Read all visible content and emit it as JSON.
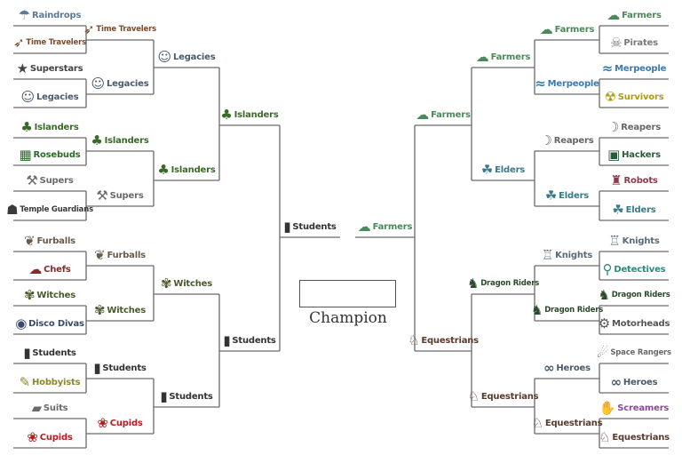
{
  "champion": {
    "label": "Champion",
    "value": ""
  },
  "left": {
    "round1": [
      "Raindrops",
      "Time Travelers",
      "Superstars",
      "Legacies",
      "Islanders",
      "Rosebuds",
      "Supers",
      "Temple Guardians",
      "Furballs",
      "Chefs",
      "Witches",
      "Disco Divas",
      "Students",
      "Hobbyists",
      "Suits",
      "Cupids"
    ],
    "round2": [
      "Time Travelers",
      "Legacies",
      "Islanders",
      "Supers",
      "Furballs",
      "Witches",
      "Students",
      "Cupids"
    ],
    "round3": [
      "Legacies",
      "Islanders",
      "Witches",
      "Students"
    ],
    "round4": [
      "Islanders",
      "Students"
    ],
    "finalist": [
      "Students"
    ]
  },
  "right": {
    "round1": [
      "Farmers",
      "Pirates",
      "Merpeople",
      "Survivors",
      "Reapers",
      "Hackers",
      "Robots",
      "Elders",
      "Knights",
      "Detectives",
      "Dragon Riders",
      "Motorheads",
      "Space Rangers",
      "Heroes",
      "Screamers",
      "Equestrians"
    ],
    "round2": [
      "Farmers",
      "Merpeople",
      "Reapers",
      "Elders",
      "Knights",
      "Dragon Riders",
      "Heroes",
      "Equestrians"
    ],
    "round3": [
      "Farmers",
      "Elders",
      "Dragon Riders",
      "Equestrians"
    ],
    "round4": [
      "Farmers",
      "Equestrians"
    ],
    "finalist": [
      "Farmers"
    ]
  },
  "teams": {
    "Raindrops": {
      "icon": "raincloud-icon",
      "glyph": "☂",
      "color": "#5a7a9a"
    },
    "Time Travelers": {
      "icon": "rocket-icon",
      "glyph": "➶",
      "color": "#7a4a2a"
    },
    "Superstars": {
      "icon": "star-icon",
      "glyph": "★",
      "color": "#444444"
    },
    "Legacies": {
      "icon": "baby-icon",
      "glyph": "☺",
      "color": "#4a5a6a"
    },
    "Islanders": {
      "icon": "palm-tree-icon",
      "glyph": "♣",
      "color": "#3a6a2a"
    },
    "Rosebuds": {
      "icon": "cash-register-icon",
      "glyph": "▦",
      "color": "#2a6a2a"
    },
    "Supers": {
      "icon": "hammer-icon",
      "glyph": "⚒",
      "color": "#6a6a6a"
    },
    "Temple Guardians": {
      "icon": "stone-head-icon",
      "glyph": "☗",
      "color": "#3a3a3a"
    },
    "Furballs": {
      "icon": "dog-icon",
      "glyph": "❦",
      "color": "#6a5a4a"
    },
    "Chefs": {
      "icon": "chef-hat-icon",
      "glyph": "☁",
      "color": "#8a2a2a"
    },
    "Witches": {
      "icon": "herb-icon",
      "glyph": "✾",
      "color": "#4a5a2a"
    },
    "Disco Divas": {
      "icon": "disco-ball-icon",
      "glyph": "◉",
      "color": "#3a4a6a"
    },
    "Students": {
      "icon": "book-icon",
      "glyph": "▮",
      "color": "#333333"
    },
    "Hobbyists": {
      "icon": "paintbrush-icon",
      "glyph": "✎",
      "color": "#8a8a2a"
    },
    "Suits": {
      "icon": "briefcase-icon",
      "glyph": "▰",
      "color": "#6a6a6a"
    },
    "Cupids": {
      "icon": "rose-icon",
      "glyph": "❀",
      "color": "#b02020"
    },
    "Farmers": {
      "icon": "sheep-icon",
      "glyph": "☁",
      "color": "#4a8a5a"
    },
    "Pirates": {
      "icon": "pirate-flag-icon",
      "glyph": "☠",
      "color": "#7a7a7a"
    },
    "Merpeople": {
      "icon": "fish-tail-icon",
      "glyph": "≈",
      "color": "#3a7ab0"
    },
    "Survivors": {
      "icon": "radiation-icon",
      "glyph": "☢",
      "color": "#b09a10"
    },
    "Reapers": {
      "icon": "scythe-icon",
      "glyph": "☽",
      "color": "#666666"
    },
    "Hackers": {
      "icon": "keyboard-key-icon",
      "glyph": "▣",
      "color": "#2a5a3a"
    },
    "Robots": {
      "icon": "robot-icon",
      "glyph": "♜",
      "color": "#8a3a4a"
    },
    "Elders": {
      "icon": "elder-icon",
      "glyph": "☘",
      "color": "#3a7a8a"
    },
    "Knights": {
      "icon": "castle-icon",
      "glyph": "♖",
      "color": "#5a6a7a"
    },
    "Detectives": {
      "icon": "magnifier-icon",
      "glyph": "⚲",
      "color": "#2a8a7a"
    },
    "Dragon Riders": {
      "icon": "dragon-icon",
      "glyph": "♞",
      "color": "#2a4a2a"
    },
    "Motorheads": {
      "icon": "engine-icon",
      "glyph": "⚙",
      "color": "#555555"
    },
    "Space Rangers": {
      "icon": "astronaut-icon",
      "glyph": "☄",
      "color": "#6a6a6a"
    },
    "Heroes": {
      "icon": "mask-icon",
      "glyph": "∞",
      "color": "#4a5a6a"
    },
    "Screamers": {
      "icon": "screamer-icon",
      "glyph": "✋",
      "color": "#8a4a9a"
    },
    "Equestrians": {
      "icon": "horse-icon",
      "glyph": "♘",
      "color": "#5a3a2a"
    }
  }
}
